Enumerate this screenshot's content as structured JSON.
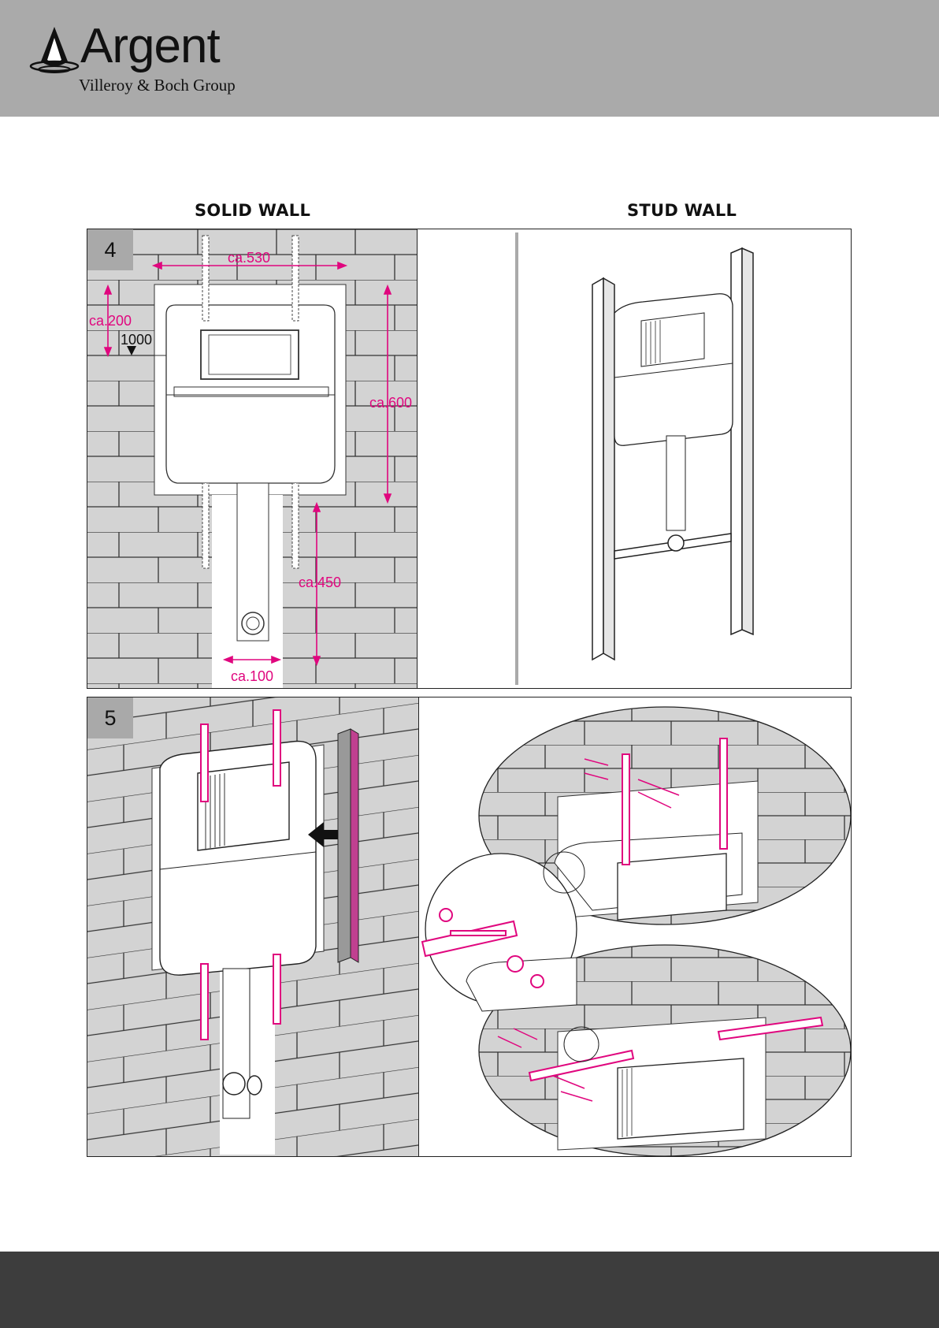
{
  "brand": {
    "name": "Argent",
    "group": "Villeroy & Boch Group"
  },
  "columns": {
    "solid": "SOLID WALL",
    "stud": "STUD WALL"
  },
  "steps": {
    "four": "4",
    "five": "5"
  },
  "dimensions": {
    "width": "ca.530",
    "top_offset": "ca.200",
    "height_mark": "1000",
    "cistern_height": "ca.600",
    "pipe_height": "ca.450",
    "pipe_width": "ca.100"
  },
  "colors": {
    "header": "#aaaaaa",
    "footer": "#3d3d3d",
    "accent": "#e0067e",
    "brick": "#d3d3d3"
  }
}
